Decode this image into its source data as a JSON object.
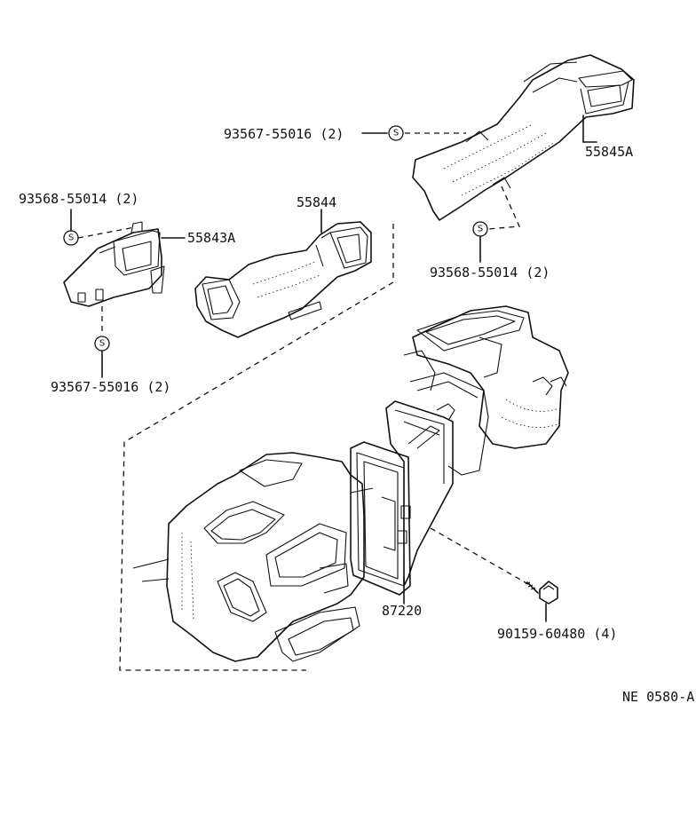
{
  "part_labels": {
    "screw_upper": "93567-55016 (2)",
    "duct_right": "55845A",
    "screw_left_top": "93568-55014 (2)",
    "duct_center": "55844",
    "duct_left": "55843A",
    "screw_right": "93568-55014 (2)",
    "screw_left_bottom": "93567-55016 (2)",
    "bracket": "87220",
    "bolt": "90159-60480 (4)"
  },
  "fastener_symbol": "S",
  "diagram_code": "NE 0580-A"
}
